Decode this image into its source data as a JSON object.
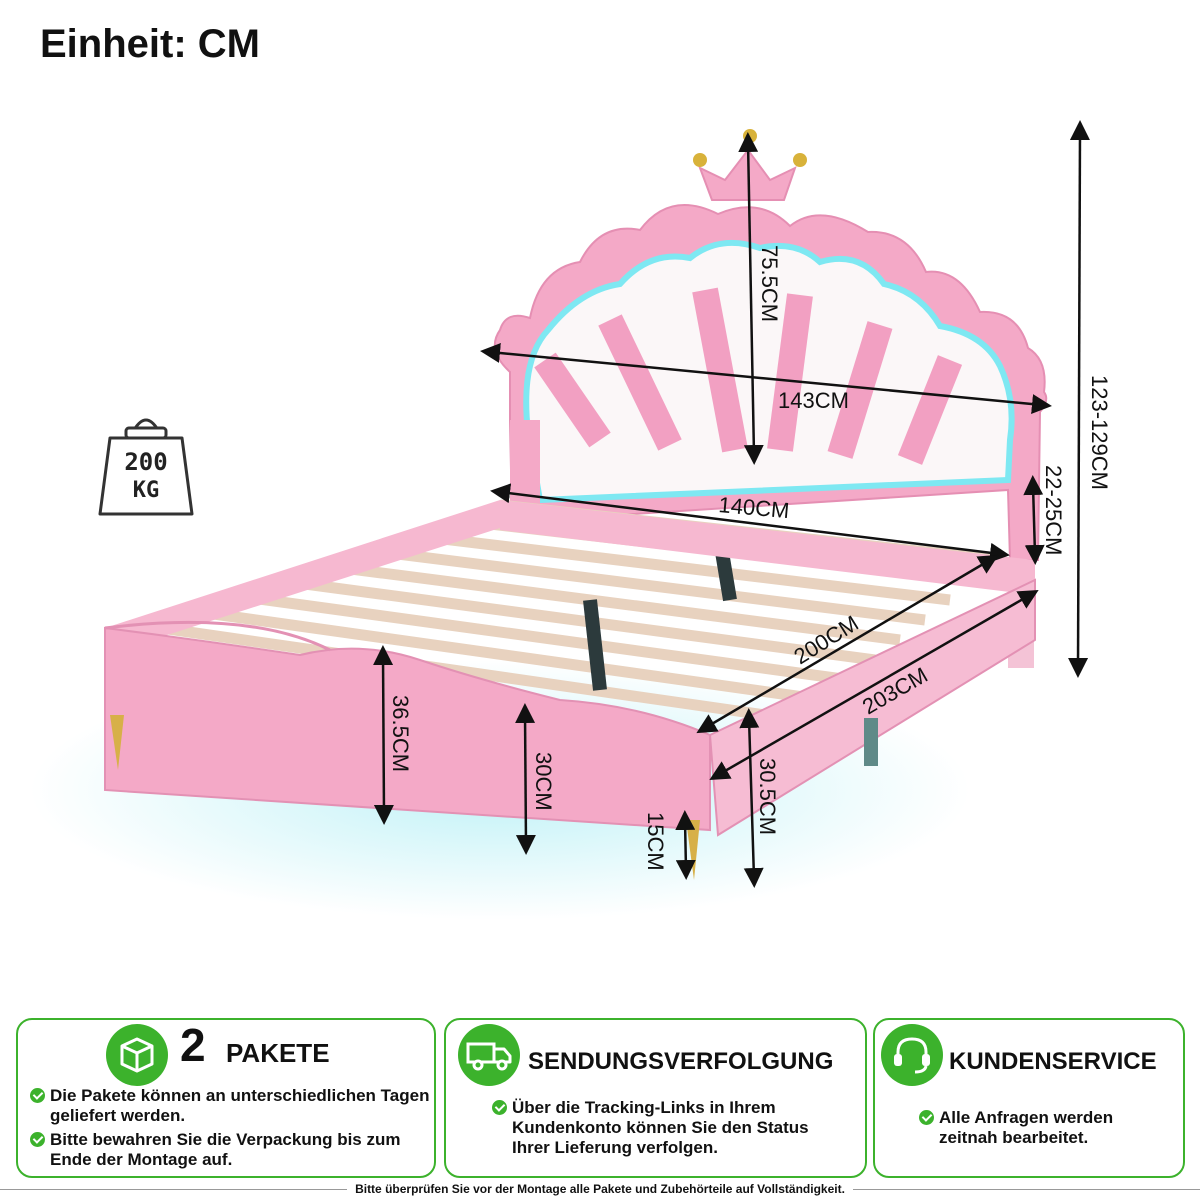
{
  "unit_label": "Einheit: CM",
  "weight_badge": {
    "value": "200",
    "unit": "KG"
  },
  "dimensions": {
    "headboard_height": "75.5CM",
    "headboard_width": "143CM",
    "total_height": "123-129CM",
    "side_clearance": "22-25CM",
    "inner_width": "140CM",
    "inner_length": "200CM",
    "outer_length": "203CM",
    "frame_height_front": "36.5CM",
    "frame_height_mid": "30CM",
    "frame_height_side": "30.5CM",
    "leg_height": "15CM"
  },
  "info_boxes": [
    {
      "number": "2",
      "title": "PAKETE",
      "icon": "package-icon",
      "bullets": [
        "Die Pakete können an unterschiedlichen Tagen geliefert werden.",
        "Bitte bewahren Sie die Verpackung bis zum Ende der Montage auf."
      ]
    },
    {
      "title": "SENDUNGSVERFOLGUNG",
      "icon": "delivery-truck-icon",
      "bullets": [
        "Über die Tracking-Links in Ihrem Kundenkonto können Sie den Status Ihrer Lieferung verfolgen."
      ]
    },
    {
      "title": "KUNDENSERVICE",
      "icon": "headset-icon",
      "bullets": [
        "Alle Anfragen werden zeitnah bearbeitet."
      ]
    }
  ],
  "footer_note": "Bitte überprüfen Sie vor der Montage alle Pakete und Zubehörteile auf Vollständigkeit.",
  "colors": {
    "accent_green": "#3cb22c",
    "bed_pink": "#f4a9c7",
    "led_cyan": "#7ee8f2"
  }
}
